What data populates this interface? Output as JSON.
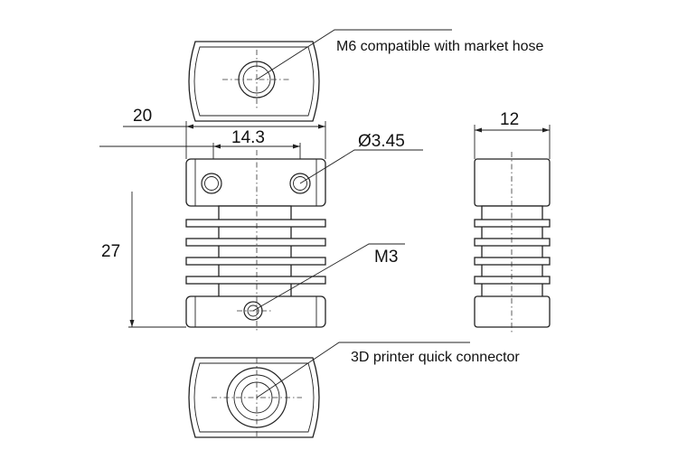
{
  "labels": {
    "m6_note": "M6 compatible with market hose",
    "dim_width": "20",
    "dim_hole_spacing": "14.3",
    "dim_hole_diameter": "Ø3.45",
    "dim_height": "27",
    "dim_side_width": "12",
    "m3_label": "M3",
    "connector_note": "3D printer quick connector"
  }
}
